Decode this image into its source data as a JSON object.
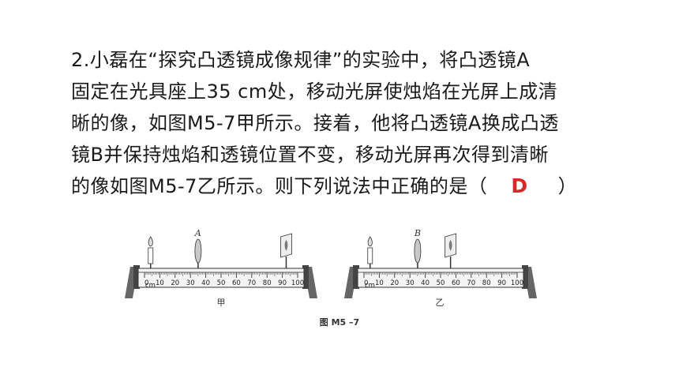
{
  "question": {
    "lines": [
      "2.小磊在“探究凸透镜成像规律”的实验中，将凸透镜A",
      "固定在光具座上35 cm处，移动光屏使烛焰在光屏上成清",
      "晰的像，如图M5-7甲所示。接着，他将凸透镜A换成凸透",
      "镜B并保持烛焰和透镜位置不变，移动光屏再次得到清晰"
    ],
    "last_line_prefix": "的像如图M5-7乙所示。则下列说法中正确的是（",
    "answer": "D",
    "last_line_suffix": "）"
  },
  "figure": {
    "bench_left": {
      "caption": "甲",
      "lens_label": "A",
      "scale_labels": [
        "0",
        "10",
        "20",
        "30",
        "40",
        "50",
        "60",
        "70",
        "80",
        "90",
        "100"
      ],
      "unit": "cm",
      "candle_cm": 4,
      "lens_cm": 35,
      "screen_cm": 92
    },
    "bench_right": {
      "caption": "乙",
      "lens_label": "B",
      "scale_labels": [
        "0",
        "10",
        "20",
        "30",
        "40",
        "50",
        "60",
        "70",
        "80",
        "90",
        "100"
      ],
      "unit": "cm",
      "candle_cm": 4,
      "lens_cm": 35,
      "screen_cm": 56
    },
    "caption": "图 M5 –7"
  },
  "colors": {
    "text": "#1a1a1a",
    "answer": "#d42a2a",
    "bench": "#555555"
  }
}
